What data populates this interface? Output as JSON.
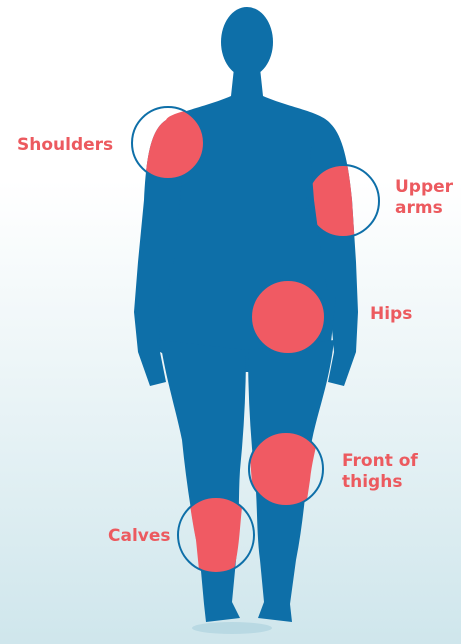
{
  "colors": {
    "body": "#0e6fa8",
    "highlight": "#f05a63",
    "ring": "#0e6fa8",
    "label": "#ec5a5f"
  },
  "labels": {
    "shoulders": "Shoulders",
    "upper_arms_line1": "Upper",
    "upper_arms_line2": "arms",
    "hips": "Hips",
    "front_thighs_line1": "Front of",
    "front_thighs_line2": "thighs",
    "calves": "Calves"
  }
}
